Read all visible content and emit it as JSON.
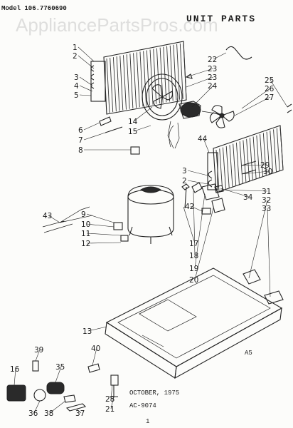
{
  "header": {
    "model_text": "Model 106.7760690",
    "title": "UNIT PARTS",
    "watermark": "AppliancePartsPros.com"
  },
  "footer": {
    "date": "OCTOBER, 1975",
    "doc_code": "AC-9074",
    "page_number": "1",
    "corner_mark": "A5"
  },
  "callouts": [
    "1",
    "2",
    "3",
    "4",
    "5",
    "6",
    "7",
    "8",
    "9",
    "10",
    "11",
    "12",
    "13",
    "14",
    "15",
    "16",
    "17",
    "18",
    "19",
    "20",
    "21",
    "22",
    "23",
    "23",
    "24",
    "25",
    "26",
    "27",
    "28",
    "29",
    "30",
    "31",
    "32",
    "33",
    "34",
    "35",
    "36",
    "37",
    "38",
    "39",
    "40",
    "42",
    "43",
    "44",
    "2",
    "3"
  ]
}
